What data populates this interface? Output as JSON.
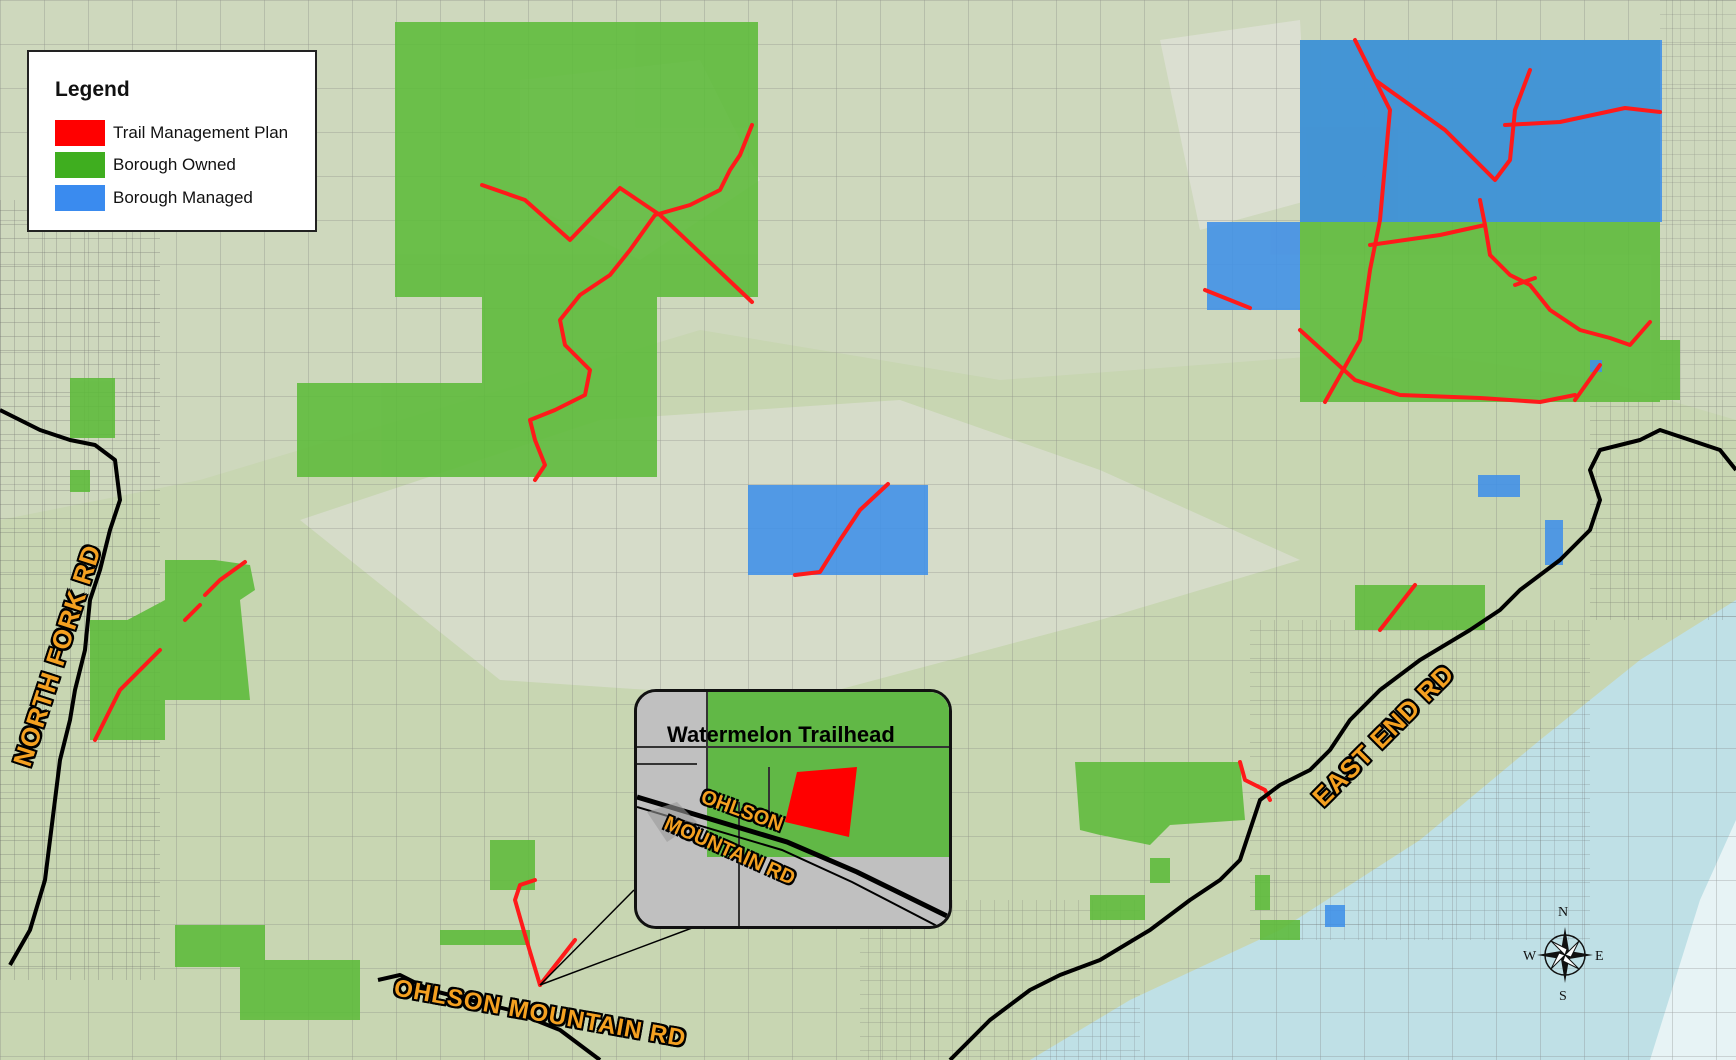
{
  "legend": {
    "title": "Legend",
    "items": [
      {
        "label": "Trail Management Plan",
        "color": "#ff0000"
      },
      {
        "label": "Borough Owned",
        "color": "#3fae1f"
      },
      {
        "label": "Borough Managed",
        "color": "#3a8bef"
      }
    ]
  },
  "roads": {
    "north_fork": "NORTH FORK RD",
    "east_end": "EAST END RD",
    "ohlson": "OHLSON MOUNTAIN RD"
  },
  "inset": {
    "title": "Watermelon Trailhead",
    "road_line1": "OHLSON",
    "road_line2": "MOUNTAIN RD"
  },
  "compass": {
    "n": "N",
    "s": "S",
    "e": "E",
    "w": "W",
    "icon": "compass-rose-icon"
  },
  "colors": {
    "terrain": "#c9d6b4",
    "owned": "#5dbb3a",
    "managed": "#3f8fe8",
    "trail": "#ff1a1a",
    "road": "#000000",
    "water": "#cfe6ef"
  }
}
